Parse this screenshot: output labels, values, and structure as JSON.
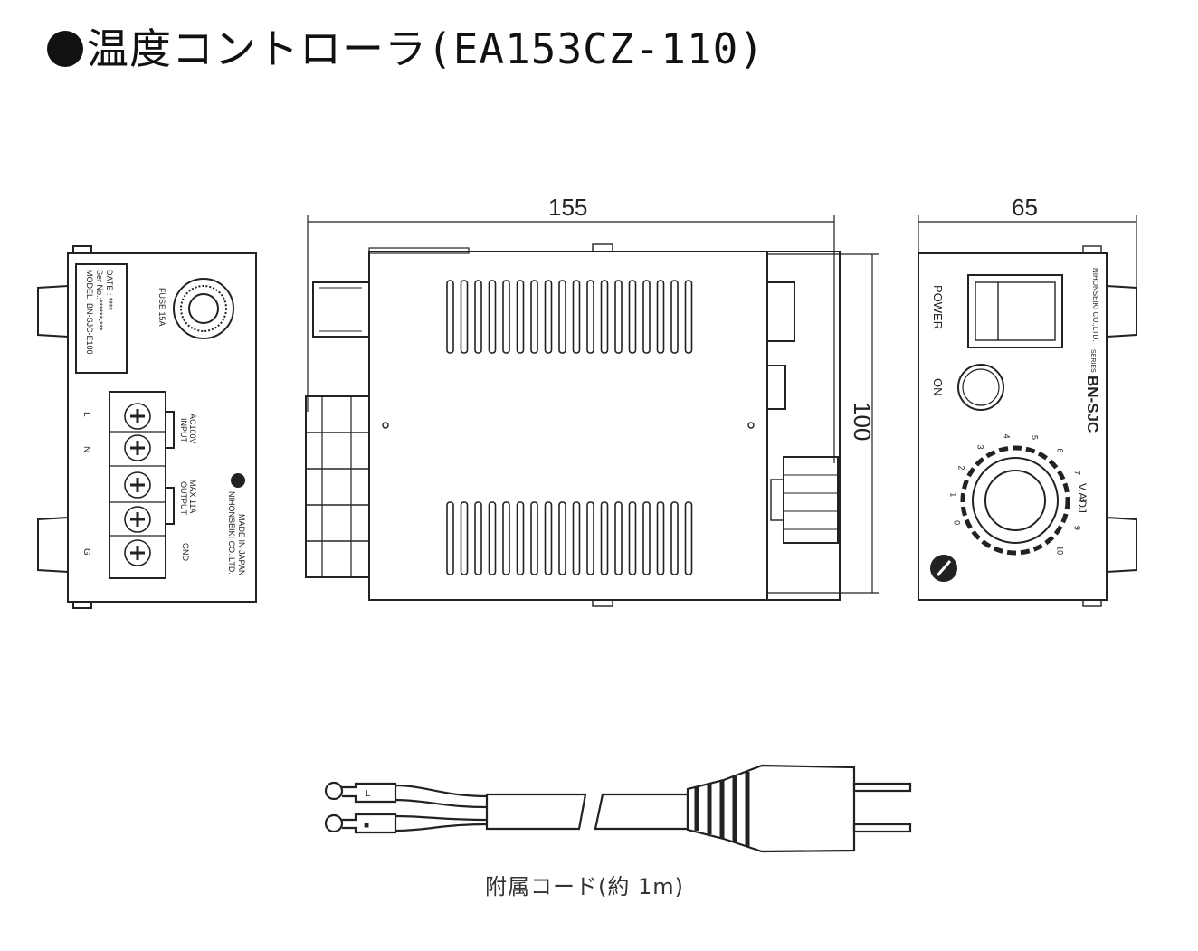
{
  "title": {
    "prefix": "温度コントローラ",
    "model": "(EA153CZ-110)"
  },
  "dimensions": {
    "width": "155",
    "height": "100",
    "depth": "65"
  },
  "left_view": {
    "nameplate": [
      "MODEL: BN-SJC-E100",
      "Ser No.:******-***",
      "DATE : ****"
    ],
    "fuse": "FUSE 15A",
    "input": [
      "INPUT",
      "AC100V"
    ],
    "output": [
      "OUTPUT",
      "MAX 11A"
    ],
    "gnd": "GND",
    "terminals": [
      "L",
      "N",
      "G"
    ],
    "maker": "NIHONSEIKI CO.,LTD.",
    "origin": "MADE IN JAPAN"
  },
  "right_view": {
    "power": "POWER",
    "on": "ON",
    "brand": "BN-SJC",
    "series": "SERIES",
    "maker": "NIHONSEIKI CO.,LTD.",
    "dial_label": "V.ADJ",
    "dial_ticks": [
      "0",
      "1",
      "2",
      "3",
      "4",
      "5",
      "6",
      "7",
      "8",
      "9",
      "10"
    ]
  },
  "cord": {
    "caption": "附属コード(約 1m)",
    "lug_labels": [
      "L",
      "■"
    ]
  }
}
